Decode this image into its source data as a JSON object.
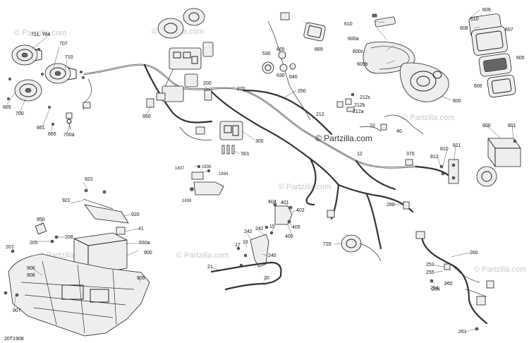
{
  "diagram": {
    "code": "20T1908",
    "watermarks": [
      "© Partzilla.com",
      "© Partzilla.com",
      "© Partzilla.com",
      "© Partzilla.com",
      "© Partzilla.com",
      "© Partzilla.com",
      "© Partzilla.com"
    ],
    "main_watermark": "© Partzilla.com",
    "callouts": [
      {
        "id": "c721",
        "text": "721, 704"
      },
      {
        "id": "c707",
        "text": "707"
      },
      {
        "id": "c710",
        "text": "710"
      },
      {
        "id": "c665a",
        "text": "665"
      },
      {
        "id": "c700",
        "text": "700"
      },
      {
        "id": "c661",
        "text": "661"
      },
      {
        "id": "c665b",
        "text": "665"
      },
      {
        "id": "c700a",
        "text": "700a"
      },
      {
        "id": "c950",
        "text": "950"
      },
      {
        "id": "c200",
        "text": "200"
      },
      {
        "id": "c270",
        "text": "270"
      },
      {
        "id": "c250",
        "text": "250"
      },
      {
        "id": "c300",
        "text": "300"
      },
      {
        "id": "c501",
        "text": "501"
      },
      {
        "id": "c530",
        "text": "530"
      },
      {
        "id": "c665c",
        "text": "665"
      },
      {
        "id": "c630",
        "text": "630"
      },
      {
        "id": "c640",
        "text": "640"
      },
      {
        "id": "c669",
        "text": "669"
      },
      {
        "id": "c610",
        "text": "610"
      },
      {
        "id": "c600a",
        "text": "600a"
      },
      {
        "id": "c600c",
        "text": "600c"
      },
      {
        "id": "c600b",
        "text": "600b"
      },
      {
        "id": "c600",
        "text": "600"
      },
      {
        "id": "c212c",
        "text": "212c"
      },
      {
        "id": "c212b",
        "text": "212b"
      },
      {
        "id": "c212",
        "text": "212"
      },
      {
        "id": "c212a",
        "text": "212a"
      },
      {
        "id": "c10",
        "text": "10"
      },
      {
        "id": "c40",
        "text": "40"
      },
      {
        "id": "c12",
        "text": "12"
      },
      {
        "id": "c609",
        "text": "609"
      },
      {
        "id": "c610b",
        "text": "610"
      },
      {
        "id": "c608",
        "text": "608"
      },
      {
        "id": "c607",
        "text": "607"
      },
      {
        "id": "c605",
        "text": "605"
      },
      {
        "id": "c606",
        "text": "606"
      },
      {
        "id": "c800",
        "text": "800"
      },
      {
        "id": "c801",
        "text": "801"
      },
      {
        "id": "c810",
        "text": "810"
      },
      {
        "id": "c811",
        "text": "811"
      },
      {
        "id": "c812",
        "text": "812"
      },
      {
        "id": "c370",
        "text": "370"
      },
      {
        "id": "c1837",
        "text": "1837"
      },
      {
        "id": "c1836",
        "text": "1836"
      },
      {
        "id": "c1834",
        "text": "1834"
      },
      {
        "id": "c1838",
        "text": "1838"
      },
      {
        "id": "c922",
        "text": "922"
      },
      {
        "id": "c921",
        "text": "921"
      },
      {
        "id": "c920",
        "text": "920"
      },
      {
        "id": "c850",
        "text": "850"
      },
      {
        "id": "c41",
        "text": "41"
      },
      {
        "id": "c208",
        "text": "208"
      },
      {
        "id": "c205",
        "text": "205"
      },
      {
        "id": "c930a",
        "text": "930a"
      },
      {
        "id": "c207",
        "text": "207"
      },
      {
        "id": "c900",
        "text": "900"
      },
      {
        "id": "c906",
        "text": "906"
      },
      {
        "id": "c908",
        "text": "908"
      },
      {
        "id": "c905",
        "text": "905"
      },
      {
        "id": "c907",
        "text": "907"
      },
      {
        "id": "c404",
        "text": "404"
      },
      {
        "id": "c401",
        "text": "401"
      },
      {
        "id": "c402",
        "text": "402"
      },
      {
        "id": "c15",
        "text": "15"
      },
      {
        "id": "c405",
        "text": "405"
      },
      {
        "id": "c400",
        "text": "400"
      },
      {
        "id": "c242",
        "text": "242"
      },
      {
        "id": "c241",
        "text": "241"
      },
      {
        "id": "c17",
        "text": "17"
      },
      {
        "id": "c16",
        "text": "16"
      },
      {
        "id": "c240",
        "text": "240"
      },
      {
        "id": "c21",
        "text": "21"
      },
      {
        "id": "c20",
        "text": "20"
      },
      {
        "id": "c720",
        "text": "720"
      },
      {
        "id": "c280",
        "text": "280"
      },
      {
        "id": "c260",
        "text": "260"
      },
      {
        "id": "c253",
        "text": "253"
      },
      {
        "id": "c255",
        "text": "255"
      },
      {
        "id": "c254",
        "text": "254"
      },
      {
        "id": "c262",
        "text": "262"
      },
      {
        "id": "c264",
        "text": "264"
      },
      {
        "id": "c261",
        "text": "261"
      }
    ]
  }
}
